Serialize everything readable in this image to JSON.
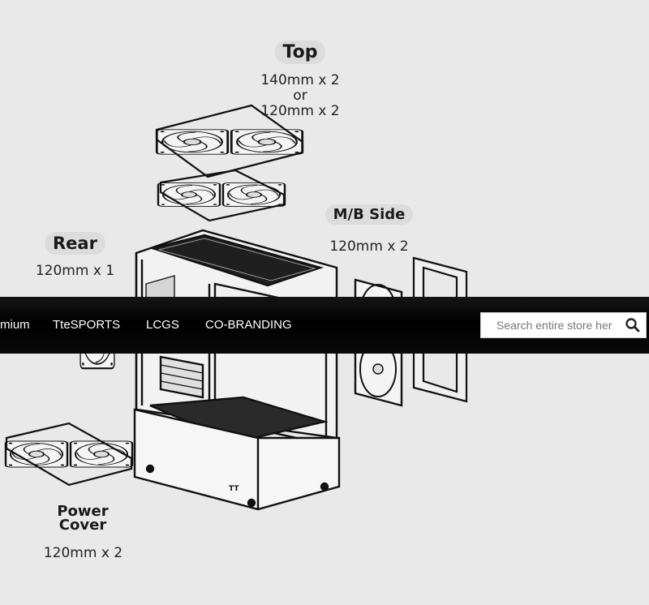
{
  "diagram": {
    "top": {
      "title": "Top",
      "spec": [
        "140mm x 2",
        "or",
        "120mm x 2"
      ]
    },
    "mbside": {
      "title": "M/B Side",
      "spec": [
        "120mm x 2"
      ]
    },
    "rear": {
      "title": "Rear",
      "spec": [
        "120mm x 1"
      ]
    },
    "power": {
      "title": [
        "Power",
        "Cover"
      ],
      "spec": [
        "120mm x 2"
      ]
    },
    "brand_mark": "TT"
  },
  "nav": {
    "items": [
      "mium",
      "TteSPORTS",
      "LCGS",
      "CO-BRANDING"
    ]
  },
  "search": {
    "placeholder": "Search entire store her",
    "icon": "search-icon"
  },
  "colors": {
    "nav_bg": "#000000",
    "nav_text": "#ffffff",
    "page_bg": "#e9e9e9",
    "line": "#1a1a1a"
  }
}
